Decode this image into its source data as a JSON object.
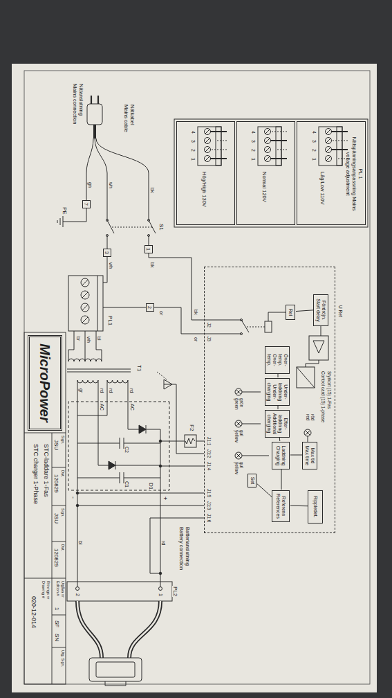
{
  "diagram": {
    "nodes": [
      {
        "text": [
          "PL 1",
          "Nätspänningsanpassning Mains voltage adjustment",
          "Låg/Low 110V"
        ]
      },
      {
        "text": [
          "Normal 120V"
        ]
      },
      {
        "text": [
          "Hög/High 130V"
        ]
      },
      {
        "text": [
          "Styrkort (15) 1-Fas",
          "Control card (15) 1-phase"
        ]
      },
      {
        "text": [
          "Fördröjn. Start delay"
        ],
        "in": 3
      },
      {
        "text": [
          "Rel"
        ],
        "in": 3
      },
      {
        "text": [
          "Över- temp. Over- temp."
        ],
        "in": 3
      },
      {
        "text": [
          "Under- laddning Under- charging"
        ],
        "in": 3
      },
      {
        "text": [
          "Efter- laddning Additional charging"
        ],
        "in": 3
      },
      {
        "text": [
          "Laddning Charging"
        ],
        "in": 3
      },
      {
        "text": [
          "Max tid Max time"
        ],
        "in": 3
      },
      {
        "text": [
          "Set"
        ],
        "in": 3
      },
      {
        "text": [
          "Referens References"
        ],
        "in": 3
      },
      {
        "text": [
          "Rippledet."
        ],
        "in": 3
      },
      {
        "text": [
          "7"
        ]
      },
      {
        "text": [
          "3"
        ]
      },
      {
        "text": [
          "1"
        ]
      },
      {
        "text": [
          "2"
        ]
      },
      {
        "text": [
          "MicroPower"
        ]
      }
    ],
    "edges": [
      {
        "from": 4,
        "to": 5,
        "arrow": "none"
      },
      {
        "from": 6,
        "to": 7,
        "arrow": "none"
      },
      {
        "from": 7,
        "to": 8,
        "arrow": "none"
      },
      {
        "from": 8,
        "to": 9,
        "arrow": "none"
      },
      {
        "from": 10,
        "to": 9,
        "arrow": "none"
      },
      {
        "from": 11,
        "to": 12,
        "arrow": "none"
      },
      {
        "from": 12,
        "to": 9,
        "arrow": "none"
      },
      {
        "from": 13,
        "to": 12,
        "arrow": "none"
      }
    ],
    "labels": [
      "4",
      "3",
      "2",
      "1",
      "4",
      "3",
      "2",
      "1",
      "4",
      "3",
      "2",
      "1",
      "Nätkabel",
      "Mains cable",
      "Nätanslutning",
      "Mains connection",
      "gn",
      "wh",
      "bk",
      "PE",
      "S1",
      "bk",
      "wh",
      "or",
      "bk",
      "J2",
      "or",
      "J3",
      "PL1",
      "bl",
      "wh",
      "br",
      "T1",
      "rd",
      "rd",
      "rd",
      "gr",
      "D1",
      "AC",
      "AC",
      "C1",
      "C2",
      "+",
      "-",
      "F2",
      "J1:1",
      "J1:2",
      "J1:4",
      "J1:5",
      "J1:3",
      "J1:6",
      "grön",
      "green",
      "gul",
      "yellow",
      "gul",
      "yellow",
      "röd",
      "red",
      "U Ref",
      "Batterianslutning",
      "Battery connection",
      "PL2",
      "1",
      "2",
      "rd",
      "bl",
      "Sign.",
      "JSU",
      "Dat.",
      "120829",
      "Sign.",
      "JSU",
      "Dat.",
      "120829",
      "Utgåva nr",
      "Edition #",
      "1",
      "SF",
      "SN",
      "Utg. Sign.",
      "STC-laddare 1-Fas",
      "STC charger 1-Phase",
      "Ritnings nr",
      "Drawing #",
      "020-12-014"
    ]
  }
}
